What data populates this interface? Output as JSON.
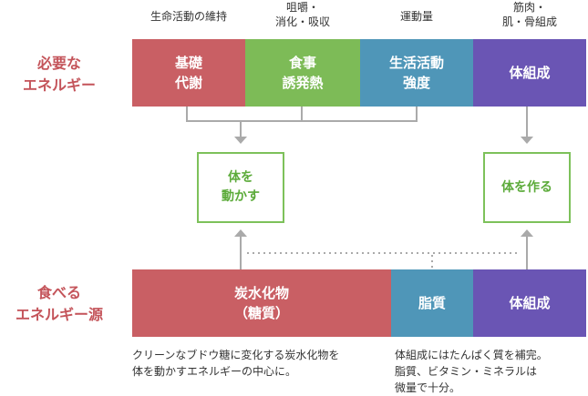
{
  "top_headers": [
    "生命活動の維持",
    "咀嚼・\n消化・吸収",
    "運動量",
    "筋肉・\n肌・骨組成"
  ],
  "side_labels": {
    "top": "必要な\nエネルギー",
    "bottom": "食べる\nエネルギー源"
  },
  "top_bar": [
    {
      "label": "基礎\n代謝",
      "color": "#c95f64"
    },
    {
      "label": "食事\n誘発熱",
      "color": "#7dbb57"
    },
    {
      "label": "生活活動\n強度",
      "color": "#4f96b8"
    },
    {
      "label": "体組成",
      "color": "#6a55b4"
    }
  ],
  "middle_boxes": {
    "left": "体を\n動かす",
    "right": "体を作る"
  },
  "bottom_bar": [
    {
      "label": "炭水化物\n（糖質）",
      "color": "#c95f64"
    },
    {
      "label": "脂質",
      "color": "#4f96b8"
    },
    {
      "label": "体組成",
      "color": "#6a55b4"
    }
  ],
  "notes": {
    "left": "クリーンなブドウ糖に変化する炭水化物を\n体を動かすエネルギーの中心に。",
    "right": "体組成にはたんぱく質を補完。\n脂質、ビタミン・ミネラルは\n微量で十分。"
  }
}
